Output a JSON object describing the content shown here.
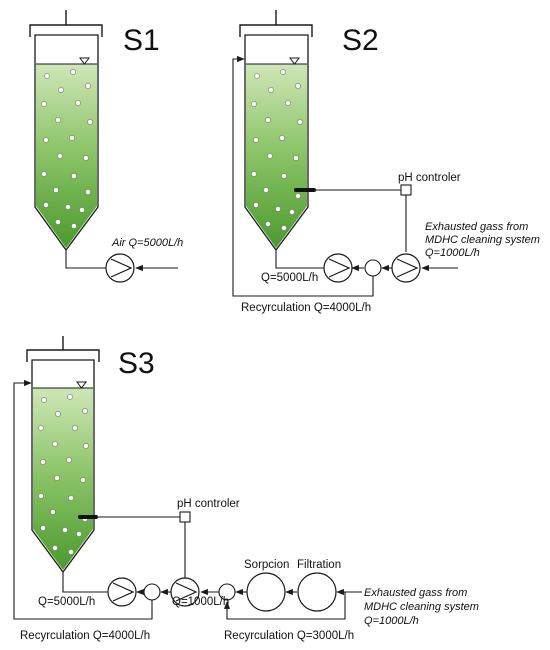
{
  "colors": {
    "liquid_top": "#cfe6b8",
    "liquid_mid": "#8ec66b",
    "liquid_bottom": "#4c9a2e",
    "line": "#1a1a1a"
  },
  "systems": {
    "s1": {
      "label": "S1",
      "air_flow": "Air Q=5000L/h"
    },
    "s2": {
      "label": "S2",
      "ph_controller": "pH controler",
      "feed_flow": "Q=5000L/h",
      "recirculation": "Recyrculation Q=4000L/h",
      "exhaust_line1": "Exhausted gass from",
      "exhaust_line2": "MDHC cleaning system",
      "exhaust_line3": "Q=1000L/h"
    },
    "s3": {
      "label": "S3",
      "ph_controller": "pH controler",
      "feed_flow": "Q=5000L/h",
      "pump_flow": "Q=1000L/h",
      "sorption": "Sorpcion",
      "filtration": "Filtration",
      "recirculation_1": "Recyrculation Q=4000L/h",
      "recirculation_2": "Recyrculation Q=3000L/h",
      "exhaust_line1": "Exhausted gass from",
      "exhaust_line2": "MDHC cleaning system",
      "exhaust_line3": "Q=1000L/h"
    }
  }
}
